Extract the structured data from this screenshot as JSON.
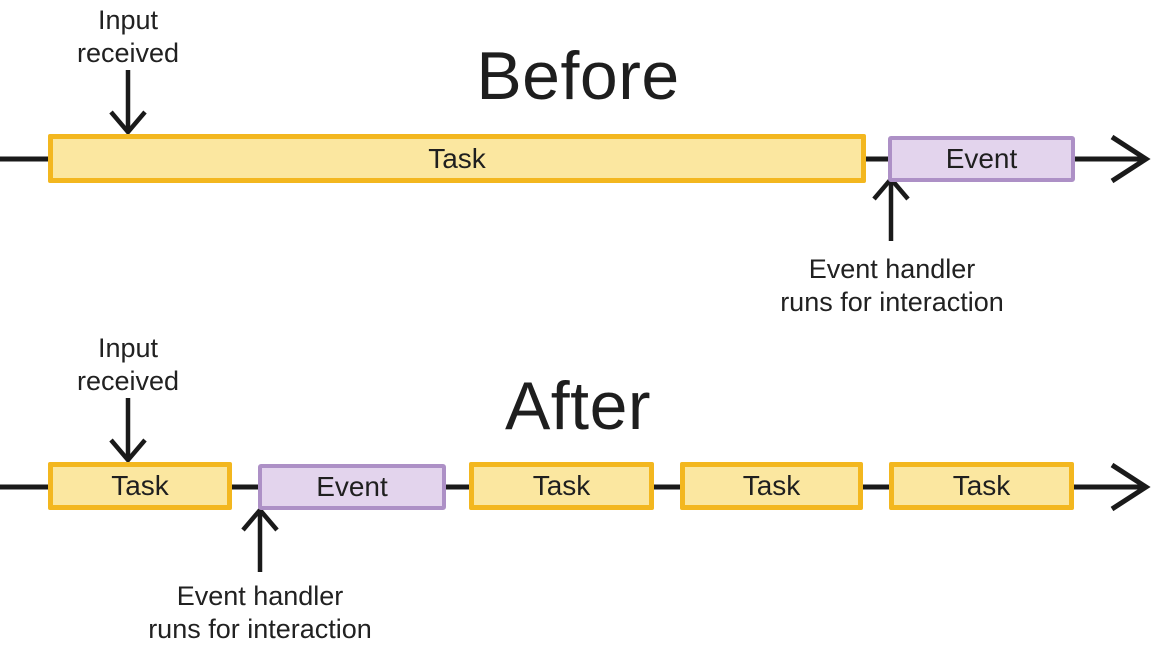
{
  "diagram": {
    "before": {
      "title": "Before",
      "input_label": {
        "line1": "Input",
        "line2": "received"
      },
      "handler_label": {
        "line1": "Event handler",
        "line2": "runs for interaction"
      },
      "bars": [
        {
          "type": "task",
          "label": "Task"
        },
        {
          "type": "event",
          "label": "Event"
        }
      ]
    },
    "after": {
      "title": "After",
      "input_label": {
        "line1": "Input",
        "line2": "received"
      },
      "handler_label": {
        "line1": "Event handler",
        "line2": "runs for interaction"
      },
      "bars": [
        {
          "type": "task",
          "label": "Task"
        },
        {
          "type": "event",
          "label": "Event"
        },
        {
          "type": "task",
          "label": "Task"
        },
        {
          "type": "task",
          "label": "Task"
        },
        {
          "type": "task",
          "label": "Task"
        }
      ]
    },
    "colors": {
      "task_fill": "#FBE7A0",
      "task_border": "#F3B71F",
      "event_fill": "#E3D4ED",
      "event_border": "#AD90C6",
      "arrow_stroke": "#1A1A1A",
      "text": "#212121",
      "background": "#FFFFFF"
    }
  }
}
